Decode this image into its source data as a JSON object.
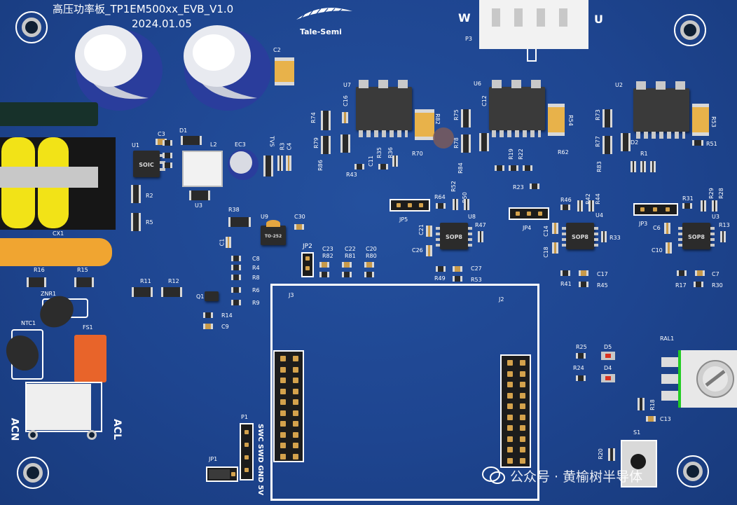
{
  "board": {
    "title": "高压功率板_TP1EM500xx_EVB_V1.0",
    "date": "2024.01.05",
    "logo_text": "Tale-Semi"
  },
  "designators": {
    "C2": "C2",
    "C3": "C3",
    "D1": "D1",
    "U1": "U1",
    "L2": "L2",
    "EC3": "EC3",
    "TVS": "TVS",
    "R3": "R3",
    "C4": "C4",
    "R2": "R2",
    "R5": "R5",
    "U3": "U3",
    "CX1": "CX1",
    "R38": "R38",
    "U9": "U9",
    "C30": "C30",
    "C1": "C1",
    "C8": "C8",
    "R4": "R4",
    "R8": "R8",
    "R6": "R6",
    "R9": "R9",
    "Q1": "Q1",
    "R14": "R14",
    "C9": "C9",
    "R16": "R16",
    "R15": "R15",
    "R11": "R11",
    "R12": "R12",
    "ZNR1": "ZNR1",
    "NTC1": "NTC1",
    "FS1": "FS1",
    "U7": "U7",
    "C16": "C16",
    "R74": "R74",
    "R79": "R79",
    "R86": "R86",
    "C11": "C11",
    "R43": "R43",
    "R35": "R35",
    "R36": "R36",
    "R70": "R70",
    "R82": "R82",
    "JP5": "JP5",
    "R64": "R64",
    "R52": "R52",
    "R50": "R50",
    "U6": "U6",
    "C12": "C12",
    "R75": "R75",
    "R78": "R78",
    "R84": "R84",
    "R22": "R22",
    "R19": "R19",
    "R54": "R54",
    "R62": "R62",
    "R23": "R23",
    "JP4": "JP4",
    "U2": "U2",
    "R73": "R73",
    "R77": "R77",
    "R83": "R83",
    "D2": "D2",
    "R1": "R1",
    "R53_3": "R53",
    "R51": "R51",
    "R46": "R46",
    "R42": "R42",
    "R44": "R44",
    "R31": "R31",
    "R29": "R29",
    "R28": "R28",
    "JP3": "JP3",
    "C6": "C6",
    "U3b": "U3",
    "R13": "R13",
    "C10": "C10",
    "U8": "U8",
    "R47": "R47",
    "C21": "C21",
    "C26": "C26",
    "C27": "C27",
    "R49": "R49",
    "R53": "R53",
    "C14": "C14",
    "C18": "C18",
    "U4": "U4",
    "R33": "R33",
    "C17": "C17",
    "R41": "R41",
    "R45": "R45",
    "C7": "C7",
    "R17": "R17",
    "R30": "R30",
    "JP2": "JP2",
    "C23": "C23",
    "R82b": "R82",
    "C22": "C22",
    "R81": "R81",
    "C20": "C20",
    "R80": "R80",
    "J3": "J3",
    "J2": "J2",
    "P1": "P1",
    "JP1": "JP1",
    "P3": "P3",
    "R25": "R25",
    "D5": "D5",
    "R24": "R24",
    "D4": "D4",
    "RAL1": "RAL1",
    "R18": "R18",
    "C13": "C13",
    "S1": "S1",
    "R20": "R20"
  },
  "silk_labels": {
    "phase_w": "W",
    "phase_u": "U",
    "acn": "ACN",
    "acl": "ACL",
    "p1_pins": "SWC SWD GND 5V",
    "sop8": "SOP8"
  },
  "watermark": {
    "text": "公众号 · 黄榆树半导体"
  },
  "colors": {
    "board": "#1e4590",
    "silkscreen": "#ffffff",
    "pad": "#c8c8c8",
    "ic": "#2b2b2b",
    "header_pin": "#d4a24c",
    "fuse": "#e8642a"
  }
}
